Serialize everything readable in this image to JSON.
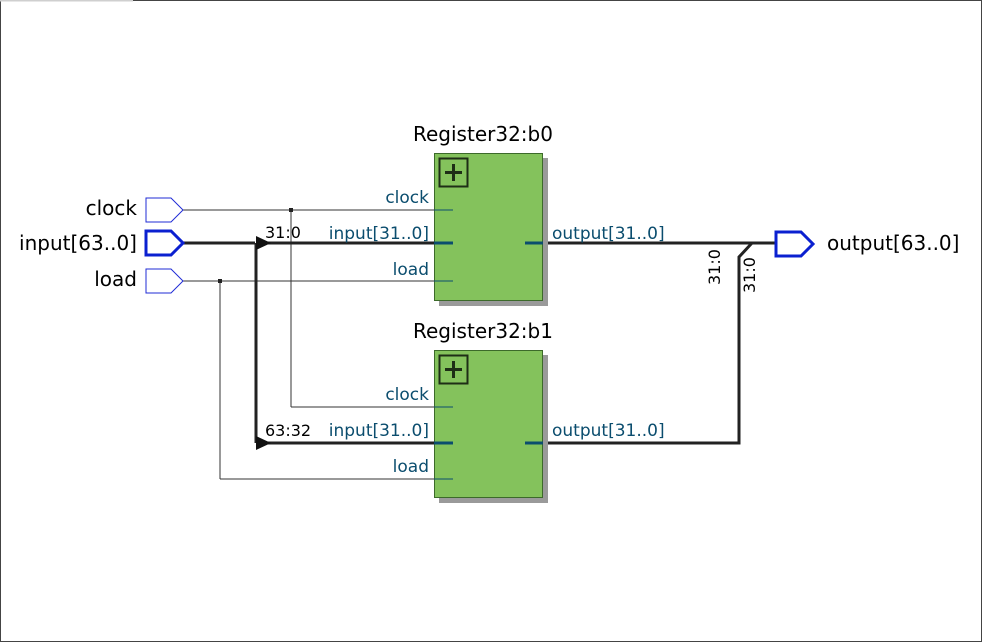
{
  "colors": {
    "block_fill": "#84c25c",
    "block_border": "#3c6a2a",
    "block_shadow": "#9a9a9a",
    "pin_color": "#0b4d6e",
    "wire_thin": "#333333",
    "bus_wire": "#222222",
    "port_thin": "#1f2bd6",
    "port_bus": "#0b20d0",
    "frame": "#444444"
  },
  "inputs": {
    "clock": "clock",
    "input": "input[63..0]",
    "load": "load"
  },
  "outputs": {
    "output": "output[63..0]"
  },
  "blocks": [
    {
      "title": "Register32:b0",
      "pins_in": [
        "clock",
        "input[31..0]",
        "load"
      ],
      "pin_out": "output[31..0]",
      "icon": "expand-plus-icon"
    },
    {
      "title": "Register32:b1",
      "pins_in": [
        "clock",
        "input[31..0]",
        "load"
      ],
      "pin_out": "output[31..0]",
      "icon": "expand-plus-icon"
    }
  ],
  "bus_labels": {
    "b0_input": "31:0",
    "b1_input": "63:32",
    "b0_output": "31:0",
    "b1_output": "31:0"
  }
}
